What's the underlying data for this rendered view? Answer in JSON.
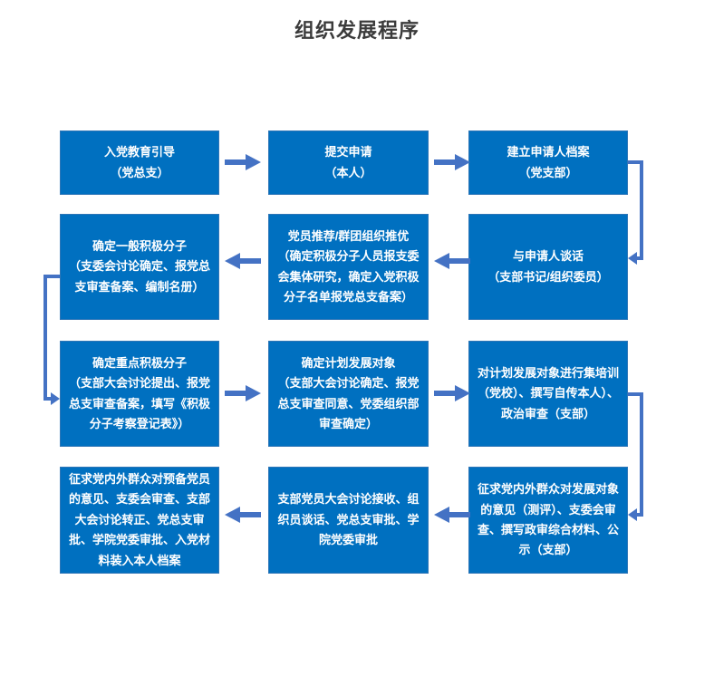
{
  "title": "组织发展程序",
  "colors": {
    "background": "#FFFFFF",
    "box_fill": "#0070C0",
    "box_border": "#2E75B6",
    "arrow": "#4472C4",
    "title_text": "#3B3B3B",
    "box_text": "#FFFFFF"
  },
  "boxes": [
    {
      "id": "education",
      "text": "入党教育引导\n（党总支）"
    },
    {
      "id": "submit-application",
      "text": "提交申请\n（本人）"
    },
    {
      "id": "applicant-file",
      "text": "建立申请人档案\n（党支部）"
    },
    {
      "id": "talk-with-applicant",
      "text": "与申请人谈话\n（支部书记/组织委员）"
    },
    {
      "id": "recommendation",
      "text": "党员推荐/群团组织推优\n（确定积极分子人员报支委会集体研究，确定入党积极分子名单报党总支备案）"
    },
    {
      "id": "general-activists",
      "text": "确定一般积极分子\n（支委会讨论确定、报党总支审查备案、编制名册）"
    },
    {
      "id": "key-activists",
      "text": "确定重点积极分子\n（支部大会讨论提出、报党总支审查备案，填写《积极分子考察登记表》）"
    },
    {
      "id": "development-targets",
      "text": "确定计划发展对象\n（支部大会讨论确定、报党总支审查同意、党委组织部审查确定）"
    },
    {
      "id": "training-review",
      "text": "对计划发展对象进行集培训（党校）、撰写自传本人）、政治审查（支部）"
    },
    {
      "id": "solicit-opinions",
      "text": "征求党内外群众对发展对象的意见（测评）、支委会审查、撰写政审综合材料、公示（支部）"
    },
    {
      "id": "branch-acceptance",
      "text": "支部党员大会讨论接收、组织员谈话、党总支审批、学院党委审批"
    },
    {
      "id": "confirmation-archive",
      "text": "征求党内外群众对预备党员的意见、支委会审查、支部大会讨论转正、党总支审批、学院党委审批、入党材料装入本人档案"
    }
  ],
  "connections": [
    {
      "from": "入党教育引导",
      "to": "提交申请"
    },
    {
      "from": "提交申请",
      "to": "建立申请人档案"
    },
    {
      "from": "建立申请人档案",
      "to": "与申请人谈话"
    },
    {
      "from": "与申请人谈话",
      "to": "党员推荐/群团组织推优"
    },
    {
      "from": "党员推荐/群团组织推优",
      "to": "确定一般积极分子"
    },
    {
      "from": "确定一般积极分子",
      "to": "确定重点积极分子"
    },
    {
      "from": "确定重点积极分子",
      "to": "确定计划发展对象"
    },
    {
      "from": "确定计划发展对象",
      "to": "对计划发展对象进行集培训"
    },
    {
      "from": "对计划发展对象进行集培训",
      "to": "征求党内外群众对发展对象的意见"
    },
    {
      "from": "征求党内外群众对发展对象的意见",
      "to": "支部党员大会讨论接收"
    },
    {
      "from": "支部党员大会讨论接收",
      "to": "征求党内外群众对预备党员的意见"
    }
  ]
}
